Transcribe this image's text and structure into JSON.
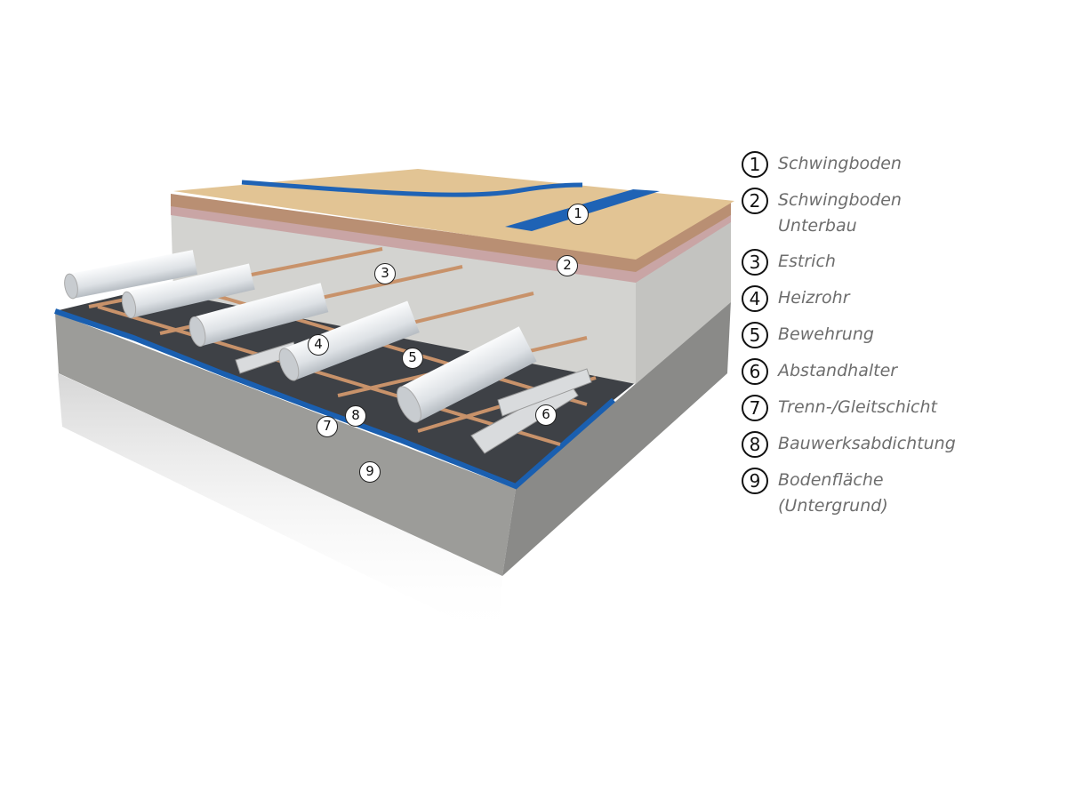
{
  "legend": [
    {
      "num": "1",
      "lines": [
        "Schwingboden"
      ]
    },
    {
      "num": "2",
      "lines": [
        "Schwingboden",
        "Unterbau"
      ]
    },
    {
      "num": "3",
      "lines": [
        "Estrich"
      ]
    },
    {
      "num": "4",
      "lines": [
        "Heizrohr"
      ]
    },
    {
      "num": "5",
      "lines": [
        "Bewehrung"
      ]
    },
    {
      "num": "6",
      "lines": [
        "Abstandhalter"
      ]
    },
    {
      "num": "7",
      "lines": [
        "Trenn-/Gleitschicht"
      ]
    },
    {
      "num": "8",
      "lines": [
        "Bauwerksabdichtung"
      ]
    },
    {
      "num": "9",
      "lines": [
        "Bodenfläche",
        "(Untergrund)"
      ]
    }
  ],
  "callouts": [
    "1",
    "2",
    "3",
    "4",
    "5",
    "6",
    "7",
    "8",
    "9"
  ],
  "colors": {
    "wood": "#e2c494",
    "court_line": "#1f63b5",
    "screed": "#d4d4d2",
    "concrete": "#a9a9a6",
    "membrane": "#3a3d42",
    "blue_seal": "#1a5fb0",
    "pipe": "#e9ecef",
    "rebar": "#c8926a"
  }
}
